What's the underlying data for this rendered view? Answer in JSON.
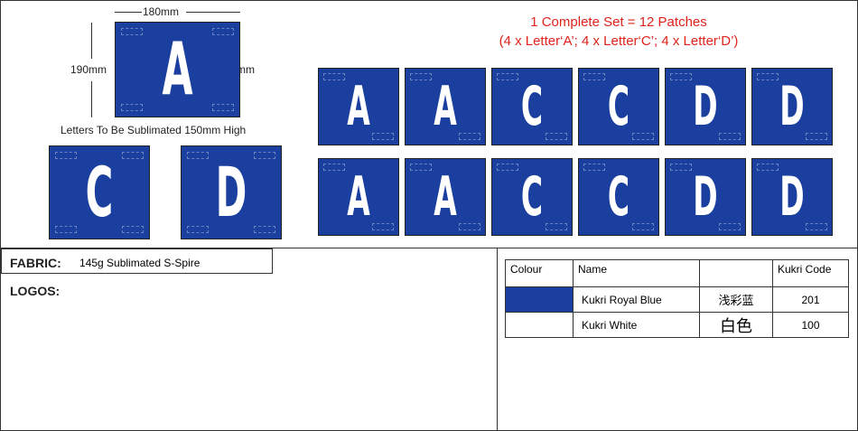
{
  "dimensions": {
    "width": "180mm",
    "height": "190mm",
    "letter_height": "150mm"
  },
  "caption": "Letters To Be Sublimated 150mm High",
  "heading": {
    "line1": "1 Complete Set = 12 Patches",
    "line2": "(4 x Letter‘A’;   4 x Letter‘C’;   4 x Letter‘D’)"
  },
  "sample_patches": [
    "A",
    "C",
    "D"
  ],
  "set_patches": {
    "row1": [
      "A",
      "A",
      "C",
      "C",
      "D",
      "D"
    ],
    "row2": [
      "A",
      "A",
      "C",
      "C",
      "D",
      "D"
    ]
  },
  "fabric": {
    "label": "FABRIC:",
    "value": "145g Sublimated S-Spire"
  },
  "logos": {
    "label": "LOGOS:"
  },
  "colours_table": {
    "headers": [
      "Colour",
      "Name",
      "",
      "Kukri Code"
    ],
    "rows": [
      {
        "swatch": "#1b3f9e",
        "name": "Kukri Royal Blue",
        "chinese": "浅彩蓝",
        "code": "201"
      },
      {
        "swatch": "#ffffff",
        "name": "Kukri White",
        "chinese": "白色",
        "code": "100"
      }
    ]
  },
  "colors": {
    "patch_blue": "#1b3f9e",
    "heading_red": "#e0221b"
  }
}
